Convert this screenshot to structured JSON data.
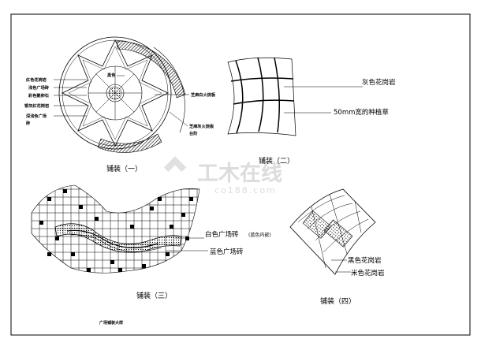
{
  "panel1": {
    "caption": "铺装（一）",
    "labels_left": [
      "红色花岗岩",
      "浅色广场砖",
      "彩色鹅卵石",
      "银灰红花岗岩",
      "深浅色广场",
      "砖"
    ],
    "label_top": "黑色",
    "labels_right": [
      "芝麻白火烧板",
      "芝麻灰火烧板",
      "台阶"
    ]
  },
  "panel2": {
    "caption": "铺装（二）",
    "labels": [
      "灰色花岗岩",
      "50mm宽的种植草"
    ]
  },
  "panel3": {
    "caption": "铺装（三）",
    "labels": [
      "白色广场砖",
      "(蓝色内嵌)",
      "蓝色广场砖"
    ]
  },
  "panel4": {
    "caption": "铺装（四）",
    "labels": [
      "黑色花岗岩",
      "米色花岗岩"
    ]
  },
  "footer_note": "广场铺装大样",
  "watermark": {
    "main": "工木在线",
    "sub": "co188.com"
  },
  "colors": {
    "ink": "#000000",
    "watermark": "#d9d9d9"
  }
}
